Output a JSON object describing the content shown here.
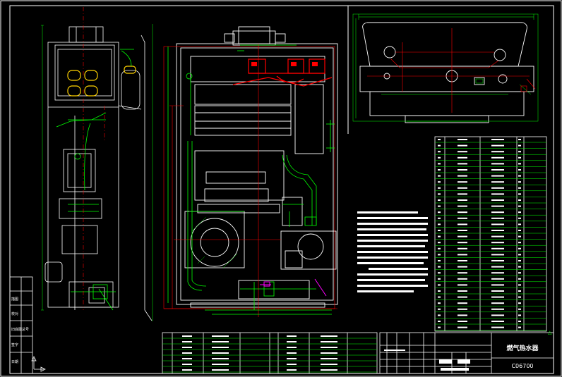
{
  "drawing": {
    "title": "燃气热水器",
    "code": "C06700"
  },
  "colors": {
    "background": "#000000",
    "frame": "#ffffff",
    "part": "#ffffff",
    "dimension": "#00ff00",
    "centerline": "#ff0000",
    "heat_exchanger": "#ff0000",
    "text_block": "#ffffff"
  },
  "side_panel": {
    "labels": [
      "描图",
      "校对",
      "旧底图总号",
      "签字",
      "日期"
    ]
  }
}
